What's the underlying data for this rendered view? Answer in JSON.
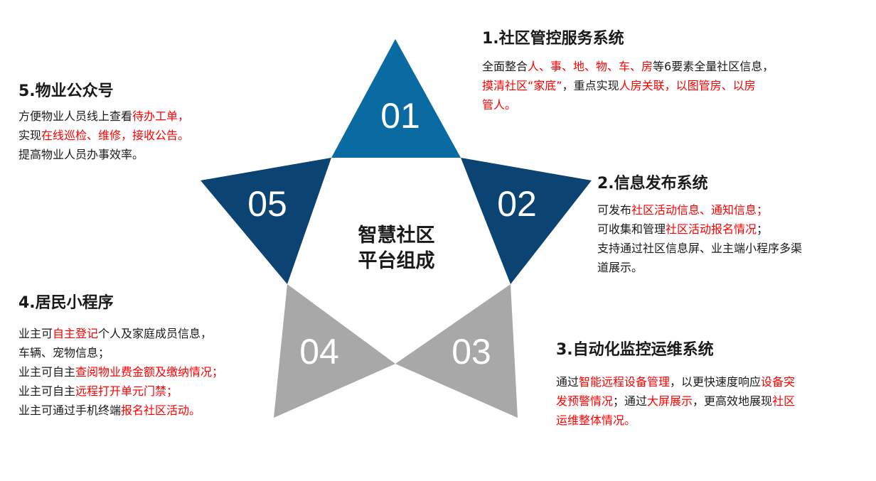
{
  "center": {
    "line1": "智慧社区",
    "line2": "平台组成"
  },
  "star_numbers": [
    "01",
    "02",
    "03",
    "04",
    "05"
  ],
  "colors": {
    "blue_dark": "#0b4472",
    "blue_light": "#0a6ba3",
    "gray": "#a8a8a8",
    "highlight": "#ff0000"
  },
  "items": [
    {
      "title": "1.社区管控服务系统",
      "lines": [
        [
          {
            "t": "全面整合"
          },
          {
            "t": "人、事、地、物、车、房",
            "red": true
          },
          {
            "t": "等6要素全量社区信息，"
          }
        ],
        [
          {
            "t": "摸清社区“家底”",
            "red": true
          },
          {
            "t": "，重点实现"
          },
          {
            "t": "人房关联，以图管房、以房",
            "red": true
          }
        ],
        [
          {
            "t": "管人。",
            "red": true
          }
        ]
      ]
    },
    {
      "title": "2.信息发布系统",
      "lines": [
        [
          {
            "t": "可发布"
          },
          {
            "t": "社区活动信息、通知信息；",
            "red": true
          }
        ],
        [
          {
            "t": "可收集和管理"
          },
          {
            "t": "社区活动报名情况",
            "red": true
          },
          {
            "t": "；"
          }
        ],
        [
          {
            "t": "支持通过社区信息屏、业主端小程序多渠"
          }
        ],
        [
          {
            "t": "道展示。"
          }
        ]
      ]
    },
    {
      "title": "3.自动化监控运维系统",
      "lines": [
        [
          {
            "t": "通过"
          },
          {
            "t": "智能远程设备管理",
            "red": true
          },
          {
            "t": "，以更快速度响应"
          },
          {
            "t": "设备突",
            "red": true
          }
        ],
        [
          {
            "t": "发预警情况",
            "red": true
          },
          {
            "t": "；通过"
          },
          {
            "t": "大屏展示",
            "red": true
          },
          {
            "t": "，更高效地展现"
          },
          {
            "t": "社区",
            "red": true
          }
        ],
        [
          {
            "t": "运维整体情况。",
            "red": true
          }
        ]
      ]
    },
    {
      "title": "4.居民小程序",
      "lines": [
        [
          {
            "t": "业主可"
          },
          {
            "t": "自主登记",
            "red": true
          },
          {
            "t": "个人及家庭成员信息，"
          }
        ],
        [
          {
            "t": "车辆、宠物信息；"
          }
        ],
        [
          {
            "t": "业主可自主"
          },
          {
            "t": "查阅物业费金额及缴纳情况；",
            "red": true
          }
        ],
        [
          {
            "t": "业主可自主"
          },
          {
            "t": "远程打开单元门禁；",
            "red": true
          }
        ],
        [
          {
            "t": "业主可通过手机终端"
          },
          {
            "t": "报名社区活动。",
            "red": true
          }
        ]
      ]
    },
    {
      "title": "5.物业公众号",
      "lines": [
        [
          {
            "t": "方便物业人员线上查看"
          },
          {
            "t": "待办工单，",
            "red": true
          }
        ],
        [
          {
            "t": "实现"
          },
          {
            "t": "在线巡检、维修，接收公告。",
            "red": true
          }
        ],
        [
          {
            "t": "提高物业人员办事效率。"
          }
        ]
      ]
    }
  ]
}
